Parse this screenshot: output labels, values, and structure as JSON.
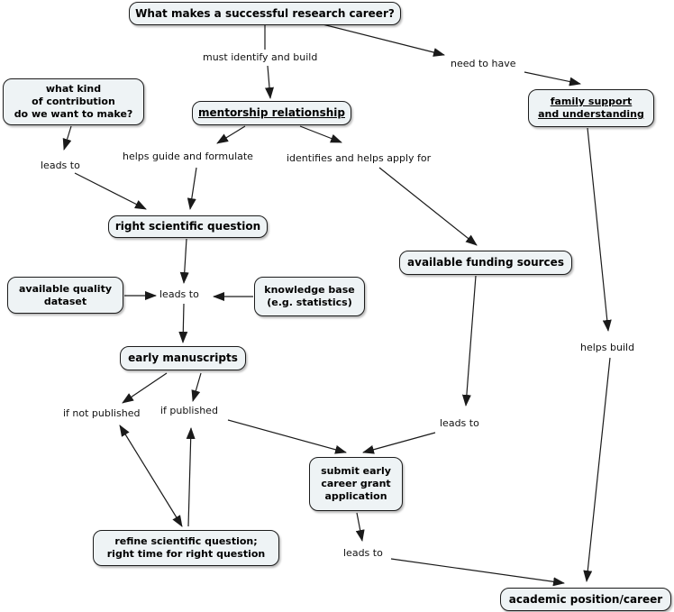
{
  "theme": {
    "bg": "#ffffff",
    "node-fill": "#eef3f5",
    "node-border": "#1c1c1c",
    "line-color": "#1a1a1a",
    "text-color": "#000000",
    "label-color": "#111111"
  },
  "nodes": [
    {
      "label": "What makes a successful research career?"
    },
    {
      "label": "what kind\nof contribution\ndo we want to make?"
    },
    {
      "label": "mentorship relationship"
    },
    {
      "label": "family support\nand understanding"
    },
    {
      "label": "right scientific question"
    },
    {
      "label": "available quality\ndataset"
    },
    {
      "label": "knowledge base\n(e.g. statistics)"
    },
    {
      "label": "available funding sources"
    },
    {
      "label": "early manuscripts"
    },
    {
      "label": "submit early\ncareer grant\napplication"
    },
    {
      "label": "refine scientific question;\nright time for right question"
    },
    {
      "label": "academic position/career"
    }
  ],
  "edge_labels": [
    {
      "text": "must identify and build"
    },
    {
      "text": "need to have"
    },
    {
      "text": "leads to"
    },
    {
      "text": "helps guide and formulate"
    },
    {
      "text": "identifies and helps apply for"
    },
    {
      "text": "leads to"
    },
    {
      "text": "if not published"
    },
    {
      "text": "if published"
    },
    {
      "text": "leads to"
    },
    {
      "text": "helps build"
    },
    {
      "text": "leads to"
    }
  ]
}
